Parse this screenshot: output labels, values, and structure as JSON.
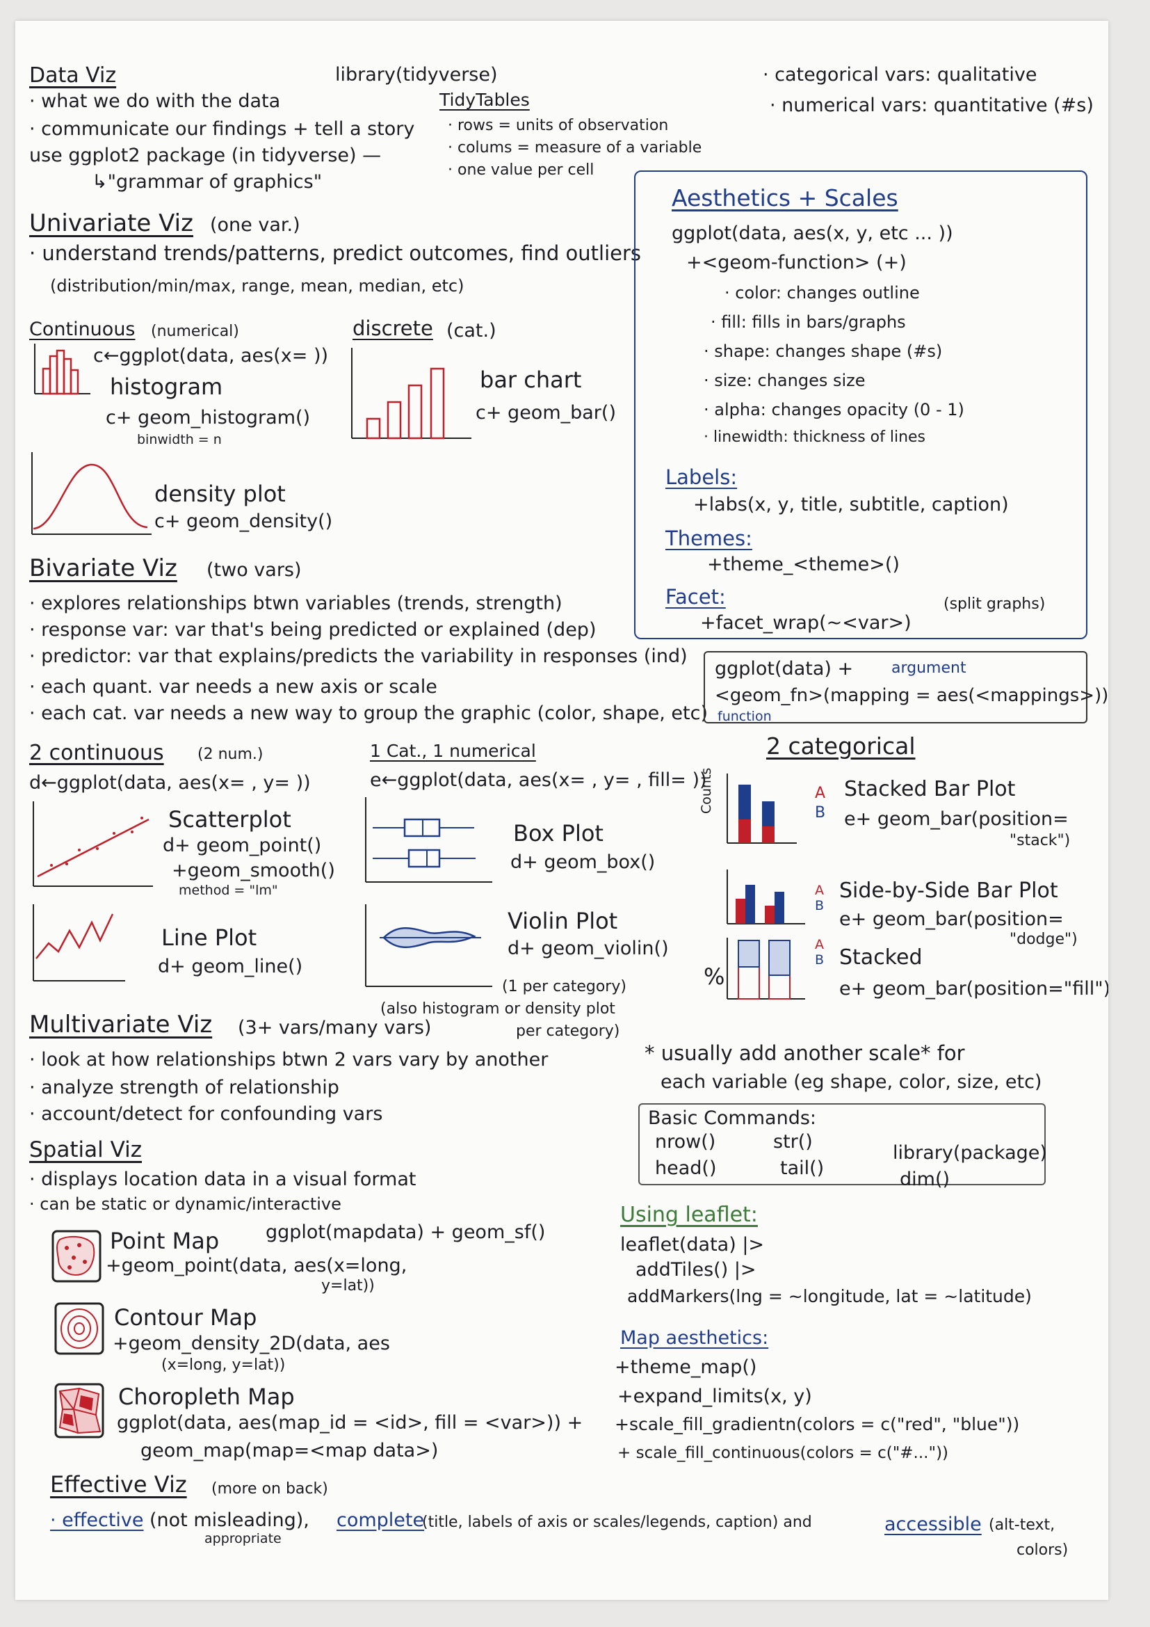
{
  "colors": {
    "ink": "#1c1c22",
    "blue": "#1f3d8a",
    "red": "#c0202a",
    "green": "#3d7a3a"
  },
  "left": {
    "dataviz_title": "Data Viz",
    "dataviz_b1": "· what we do with the data",
    "dataviz_b2": "· communicate our findings + tell a story",
    "dataviz_b3": "use ggplot2 package (in tidyverse) —",
    "dataviz_b4": "↳\"grammar of graphics\"",
    "univ_title": "Univariate Viz",
    "univ_sub": "(one var.)",
    "univ_b1": "· understand trends/patterns, predict outcomes, find outliers",
    "univ_b2": "(distribution/min/max, range, mean, median, etc)",
    "cont_title": "Continuous",
    "cont_sub": "(numerical)",
    "cont_code": "c←ggplot(data, aes(x= ))",
    "hist_label": "histogram",
    "hist_code": "c+ geom_histogram()",
    "hist_bin": "binwidth = n",
    "density_label": "density plot",
    "density_code": "c+ geom_density()",
    "disc_title": "discrete",
    "disc_sub": "(cat.)",
    "bar_label": "bar chart",
    "bar_code": "c+ geom_bar()",
    "biv_title": "Bivariate Viz",
    "biv_sub": "(two vars)",
    "biv_b1": "· explores relationships btwn variables (trends, strength)",
    "biv_b2": "· response var: var that's being predicted or explained (dep)",
    "biv_b3": "· predictor: var that explains/predicts the variability in responses (ind)",
    "biv_b4": "· each quant. var needs a new axis or scale",
    "biv_b5": "· each cat. var needs a new way to group the graphic (color, shape, etc)",
    "twocont_title": "2 continuous",
    "twocont_sub": "(2 num.)",
    "twocont_code": "d←ggplot(data, aes(x= , y= ))",
    "scatter_label": "Scatterplot",
    "scatter_code1": "d+ geom_point()",
    "scatter_code2": "+geom_smooth()",
    "scatter_code3": "method = \"lm\"",
    "line_label": "Line Plot",
    "line_code": "d+ geom_line()",
    "catnum_title": "1 Cat., 1 numerical",
    "catnum_code": "e←ggplot(data, aes(x= , y= , fill= ))",
    "box_label": "Box Plot",
    "box_code": "d+ geom_box()",
    "violin_label": "Violin Plot",
    "violin_code": "d+ geom_violin()",
    "violin_note1": "(1 per category)",
    "violin_note2": "(also histogram or density plot",
    "violin_note3": "per category)",
    "multi_title": "Multivariate Viz",
    "multi_sub": "(3+ vars/many vars)",
    "multi_b1": "· look at how relationships btwn 2 vars vary by another",
    "multi_b2": "· analyze strength of relationship",
    "multi_b3": "· account/detect for confounding vars",
    "spatial_title": "Spatial Viz",
    "spatial_b1": "· displays location data in a visual format",
    "spatial_b2": "· can be static or dynamic/interactive",
    "spatial_code": "ggplot(mapdata) + geom_sf()",
    "point_map_label": "Point Map",
    "point_map_code1": "+geom_point(data, aes(x=long,",
    "point_map_code2": "y=lat))",
    "contour_label": "Contour Map",
    "contour_code1": "+geom_density_2D(data, aes",
    "contour_code2": "(x=long, y=lat))",
    "choro_label": "Choropleth Map",
    "choro_code1": "ggplot(data, aes(map_id = <id>, fill = <var>)) +",
    "choro_code2": "geom_map(map=<map data>)",
    "eff_title": "Effective Viz",
    "eff_sub": "(more on back)",
    "eff_b1a": "· effective",
    "eff_b1b": "(not misleading),",
    "eff_b1c": "appropriate",
    "eff_b1d": "complete",
    "eff_b1e": "(title, labels of axis or scales/legends, caption) and",
    "eff_b1f": "accessible",
    "eff_b1g": "(alt-text,",
    "eff_b1h": "colors)"
  },
  "top": {
    "library": "library(tidyverse)",
    "tidy_title": "TidyTables",
    "tidy_b1": "· rows = units of observation",
    "tidy_b2": "· colums = measure of a variable",
    "tidy_b3": "· one value per cell",
    "cat_vars": "· categorical vars: qualitative",
    "num_vars": "· numerical vars: quantitative (#s)"
  },
  "right": {
    "aes_title": "Aesthetics + Scales",
    "aes_code1": "ggplot(data, aes(x, y, etc ... ))",
    "aes_code2": "+<geom-function> (+)",
    "aes_b1": "· color: changes outline",
    "aes_b2": "· fill: fills in bars/graphs",
    "aes_b3": "· shape: changes shape (#s)",
    "aes_b4": "· size: changes size",
    "aes_b5": "· alpha: changes opacity (0 - 1)",
    "aes_b6": "· linewidth: thickness of lines",
    "labels_title": "Labels:",
    "labels_code": "+labs(x, y, title, subtitle, caption)",
    "themes_title": "Themes:",
    "themes_code": "+theme_<theme>()",
    "facet_title": "Facet:",
    "facet_code": "+facet_wrap(~<var>)",
    "facet_note": "(split graphs)",
    "gg_code1": "ggplot(data) +",
    "gg_arg": "argument",
    "gg_code2": "<geom_fn>(mapping = aes(<mappings>))",
    "gg_fn": "function",
    "twocat_title": "2 categorical",
    "counts_label": "Counts",
    "legend_a": "A",
    "legend_b": "B",
    "stacked_label": "Stacked Bar Plot",
    "stacked_code1": "e+ geom_bar(position=",
    "stacked_code2": "\"stack\")",
    "side_label": "Side-by-Side Bar Plot",
    "side_code1": "e+ geom_bar(position=",
    "side_code2": "\"dodge\")",
    "pct_label": "%",
    "stacked2_label": "Stacked",
    "stacked2_code": "e+ geom_bar(position=\"fill\")",
    "scale_note1": "* usually add another scale* for",
    "scale_note2": "each variable (eg shape, color, size, etc)",
    "basic_title": "Basic Commands:",
    "basic_nrow": "nrow()",
    "basic_str": "str()",
    "basic_library": "library(package)",
    "basic_head": "head()",
    "basic_tail": "tail()",
    "basic_dim": "dim()",
    "leaflet_title": "Using leaflet:",
    "leaflet_code1": "leaflet(data) |>",
    "leaflet_code2": "addTiles() |>",
    "leaflet_code3": "addMarkers(lng = ~longitude, lat = ~latitude)",
    "mapaes_title": "Map aesthetics:",
    "mapaes_code1": "+theme_map()",
    "mapaes_code2": "+expand_limits(x, y)",
    "mapaes_code3": "+scale_fill_gradientn(colors = c(\"red\", \"blue\"))",
    "mapaes_code4": "+ scale_fill_continuous(colors = c(\"#...\"))"
  }
}
